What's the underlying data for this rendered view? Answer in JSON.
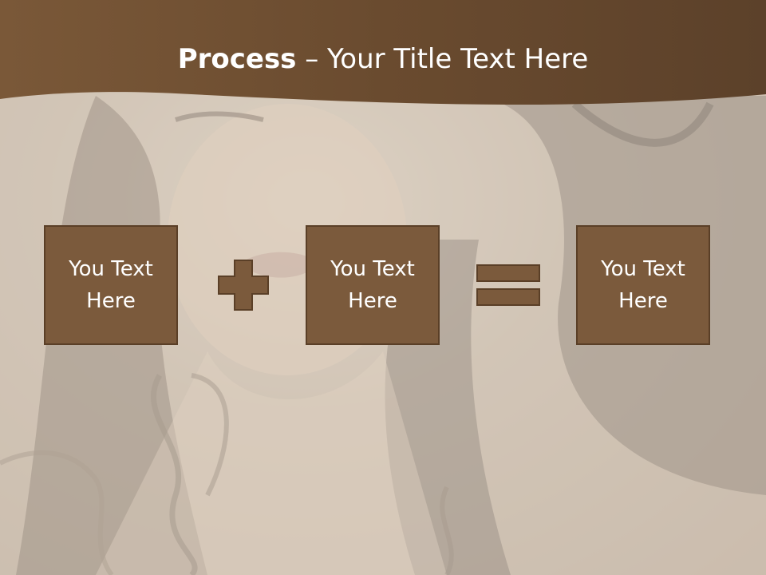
{
  "title": {
    "bold": "Process",
    "rest": " – Your Title Text Here"
  },
  "boxes": [
    {
      "text": "You Text Here"
    },
    {
      "text": "You Text Here"
    },
    {
      "text": "You Text Here"
    }
  ],
  "colors": {
    "header_brown": "#6e4f33",
    "box_fill": "#7b5a3c",
    "box_border": "#5a3f27",
    "text": "#ffffff"
  }
}
